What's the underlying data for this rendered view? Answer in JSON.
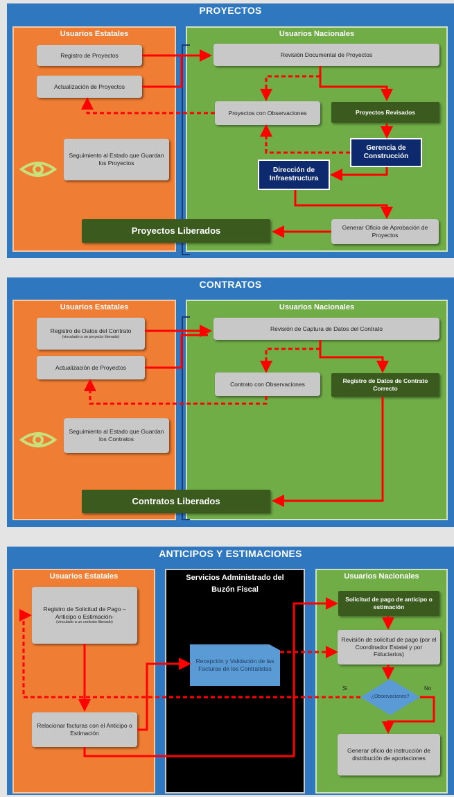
{
  "proyectos": {
    "title": "PROYECTOS",
    "estatales_title": "Usuarios Estatales",
    "nacionales_title": "Usuarios Nacionales",
    "registro": "Registro de Proyectos",
    "actualizacion": "Actualización de Proyectos",
    "seguimiento": "Seguimiento al Estado que Guardan los Proyectos",
    "liberados": "Proyectos Liberados",
    "revision": "Revisión Documental de Proyectos",
    "observaciones": "Proyectos con Observaciones",
    "revisados": "Proyectos Revisados",
    "gerencia": "Gerencia de Construcción",
    "direccion": "Dirección de Infraestructura",
    "oficio": "Generar Oficio de Aprobación de Proyectos"
  },
  "contratos": {
    "title": "CONTRATOS",
    "estatales_title": "Usuarios Estatales",
    "nacionales_title": "Usuarios Nacionales",
    "registro": "Registro de Datos del Contrato",
    "registro_note": "(vinculado a un proyecto liberado)",
    "actualizacion": "Actualización de Proyectos",
    "seguimiento": "Seguimiento al Estado que Guardan los Contratos",
    "liberados": "Contratos Liberados",
    "revision": "Revisión de Captura de Datos del Contrato",
    "observaciones": "Contrato con Observaciones",
    "correcto": "Registro de Datos de Contrato Correcto"
  },
  "anticipos": {
    "title": "ANTICIPOS Y ESTIMACIONES",
    "estatales_title": "Usuarios Estatales",
    "buzon_title": "Servicios Administrado del Buzón Fiscal",
    "nacionales_title": "Usuarios Nacionales",
    "registro": "Registro de Solicitud de Pago –Anticipo o Estimación-",
    "registro_note": "(vinculado a un contrato liberado)",
    "relacionar": "Relacionar facturas con el Anticipo o Estimación",
    "recepcion": "Recepción y Validación de las Facturas de los Contratistas",
    "solicitud": "Solicitud de pago de anticipo o estimación",
    "revision": "Revisión de solicitud de pago (por el Coordinador Estatal y por Fiduciarios)",
    "decision": "¿Observaciones?",
    "si": "Si",
    "no": "No",
    "oficio": "Generar oficio de instrucción de distribución de aportaciones"
  },
  "colors": {
    "panel": "#2f78c0",
    "orange": "#ef7d33",
    "green": "#70ad47",
    "arrow": "#ff0000",
    "dark_green": "#3a5a1e",
    "navy": "#0d2a6e"
  }
}
